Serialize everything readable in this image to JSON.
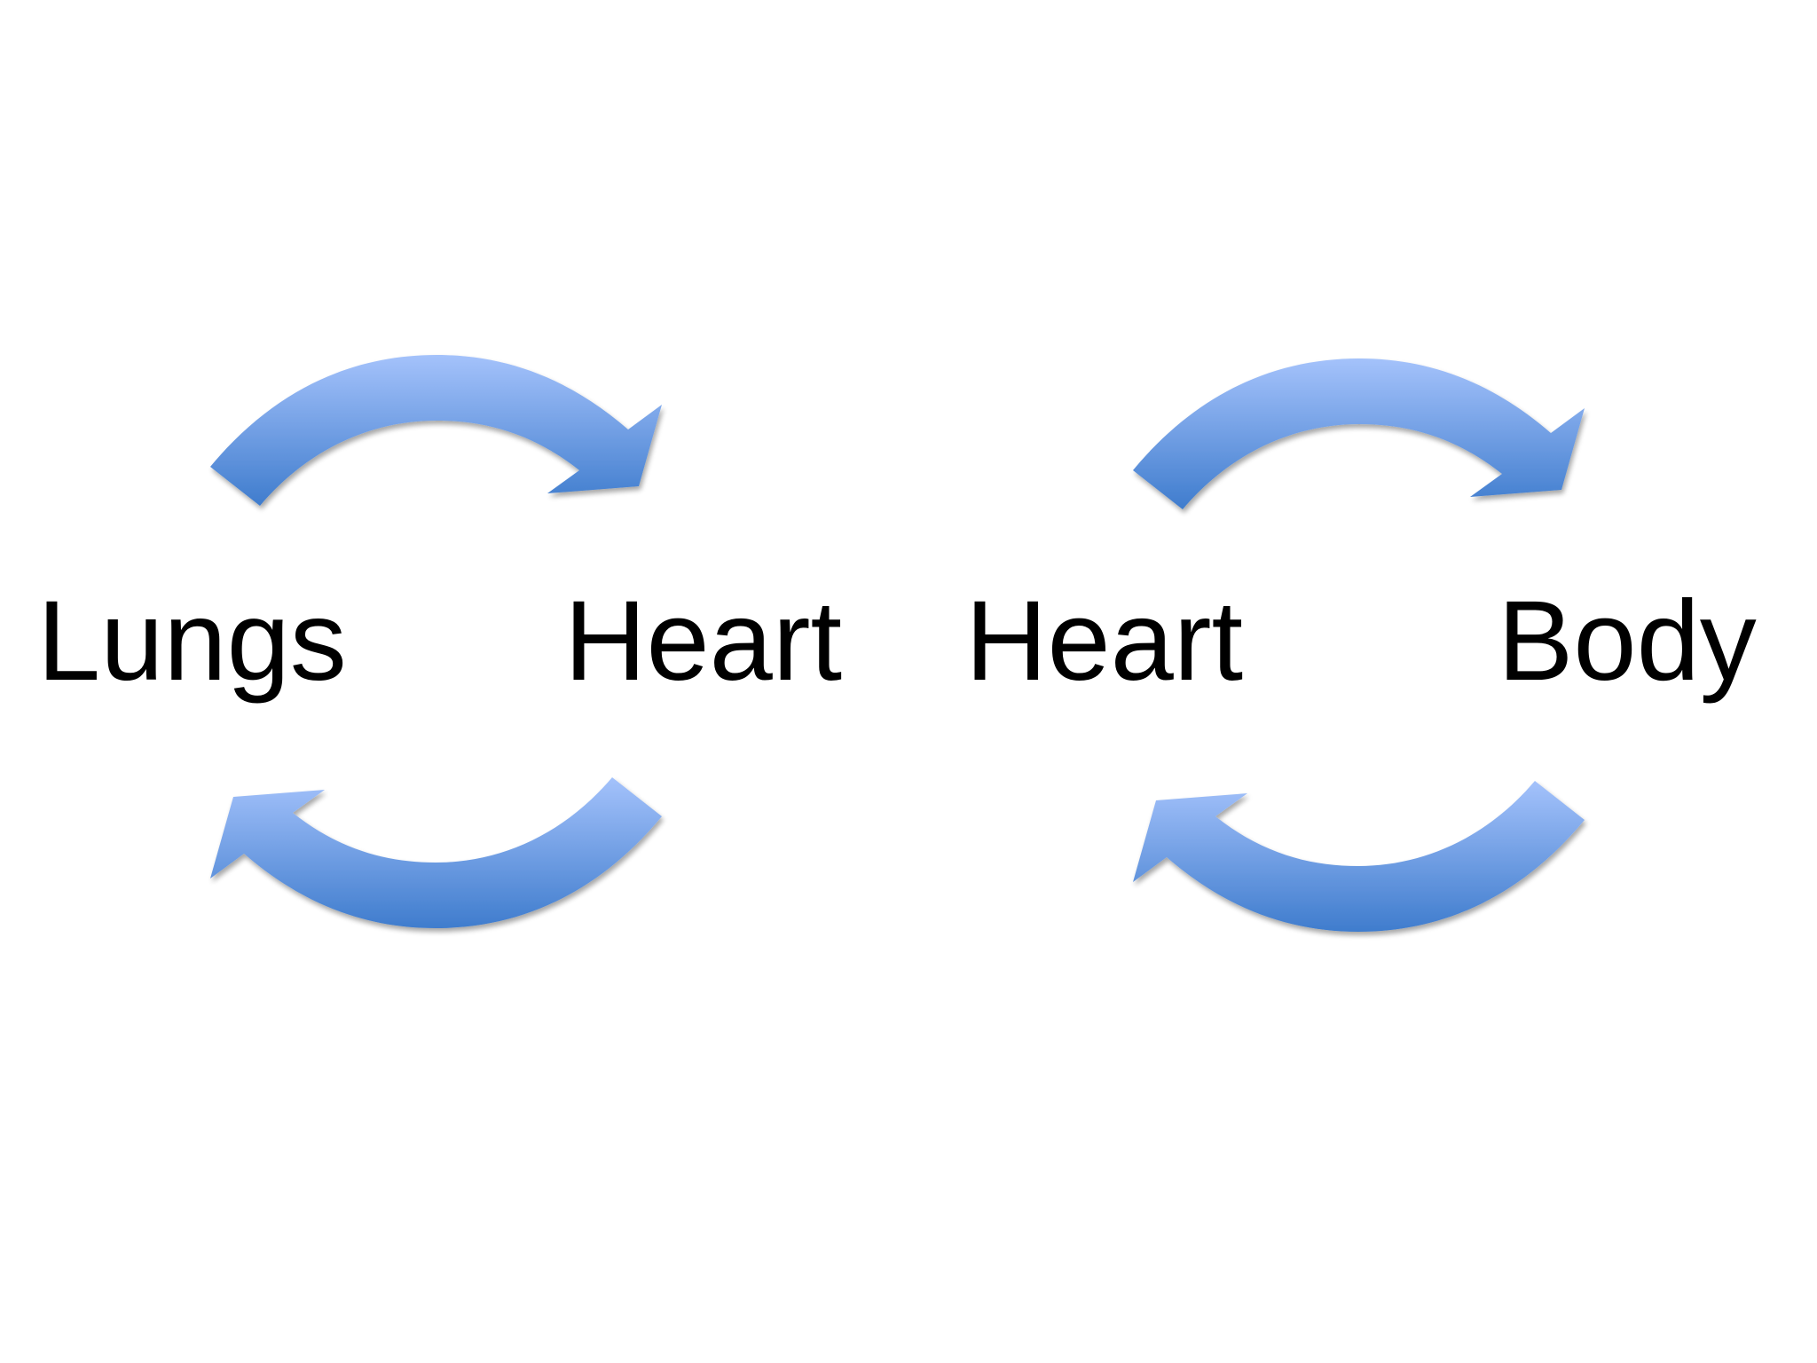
{
  "diagram": {
    "labels": {
      "lungs": "Lungs",
      "heart_left": "Heart",
      "heart_right": "Heart",
      "body": "Body"
    },
    "arrows": [
      {
        "from": "lungs",
        "to": "heart_left",
        "direction": "clockwise-top"
      },
      {
        "from": "heart_left",
        "to": "lungs",
        "direction": "clockwise-bottom"
      },
      {
        "from": "heart_right",
        "to": "body",
        "direction": "clockwise-top"
      },
      {
        "from": "body",
        "to": "heart_right",
        "direction": "clockwise-bottom"
      }
    ],
    "colors": {
      "arrow_light": "#a4c2fb",
      "arrow_dark": "#3f7ccd",
      "text": "#000000",
      "background": "#ffffff"
    }
  }
}
